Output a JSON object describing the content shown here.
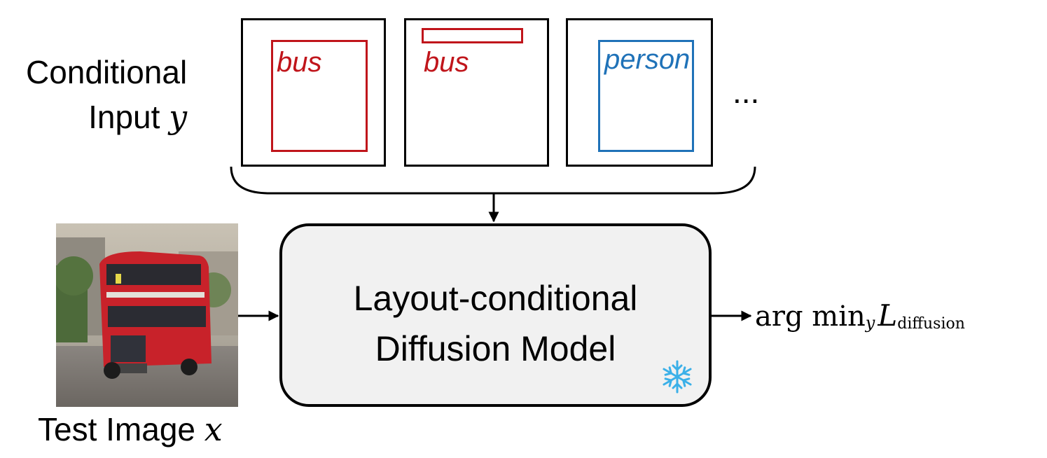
{
  "conditional_input": {
    "line1": "Conditional",
    "line2_text": "Input",
    "line2_var": "y"
  },
  "panels": [
    {
      "label": "bus",
      "color": "#c0151b"
    },
    {
      "label": "bus",
      "color": "#c0151b"
    },
    {
      "label": "person",
      "color": "#1f72b8"
    }
  ],
  "ellipsis": "...",
  "model": {
    "line1": "Layout-conditional",
    "line2": "Diffusion Model",
    "frozen_icon": "snowflake-icon",
    "frozen_color": "#3bb0e8"
  },
  "test_image": {
    "caption_text": "Test Image",
    "caption_var": "x"
  },
  "output": {
    "argmin": "arg min",
    "sub": "y",
    "loss": "L",
    "loss_sub": "diffusion"
  }
}
